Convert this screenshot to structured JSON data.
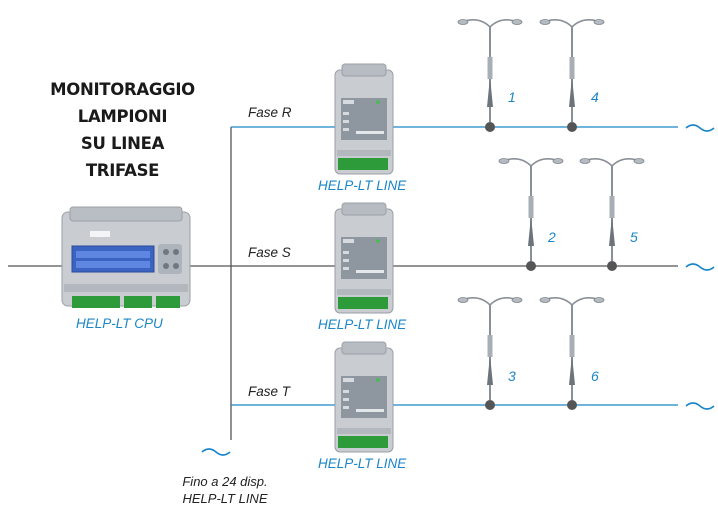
{
  "title_lines": [
    "MONITORAGGIO",
    "LAMPIONI",
    "SU LINEA",
    "TRIFASE"
  ],
  "cpu_label": "HELP-LT CPU",
  "device_label": "HELP-LT LINE",
  "phases": [
    {
      "name": "Fase R",
      "lamps": [
        "1",
        "4"
      ]
    },
    {
      "name": "Fase S",
      "lamps": [
        "2",
        "5"
      ]
    },
    {
      "name": "Fase T",
      "lamps": [
        "3",
        "6"
      ]
    }
  ],
  "note_lines": [
    "Fino a 24 disp.",
    "HELP-LT LINE"
  ],
  "colors": {
    "line_blue": "#1a86c8",
    "line_gray": "#555555",
    "text_dark": "#1a1a1a"
  }
}
